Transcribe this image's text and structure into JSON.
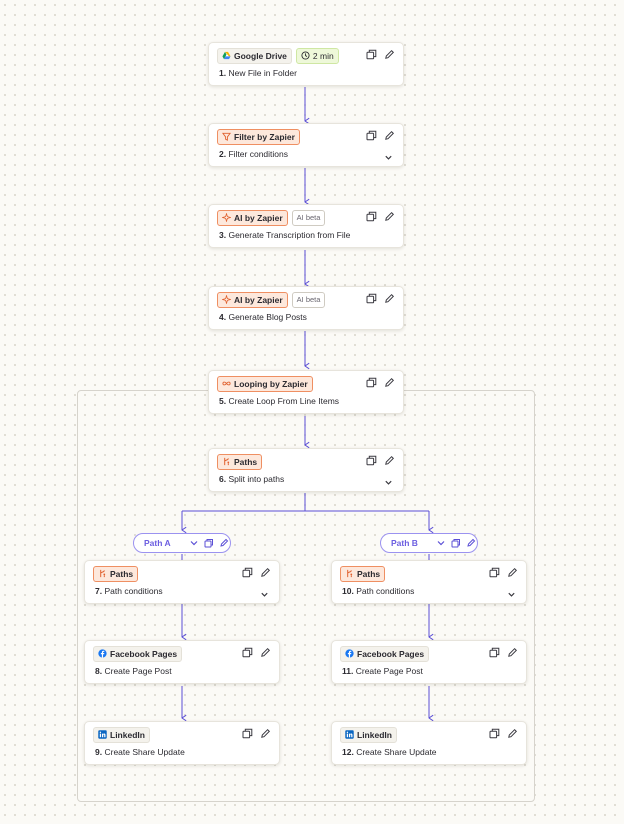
{
  "steps": [
    {
      "num": "1.",
      "label": "New File in Folder",
      "app": "Google Drive",
      "icon": "google-drive-icon",
      "badge_style": "plain",
      "extra": {
        "text": "2 min",
        "icon": "clock-icon",
        "style": "green"
      },
      "chevron": false
    },
    {
      "num": "2.",
      "label": "Filter conditions",
      "app": "Filter by Zapier",
      "icon": "filter-icon",
      "badge_style": "orange",
      "chevron": true
    },
    {
      "num": "3.",
      "label": "Generate Transcription from File",
      "app": "AI by Zapier",
      "icon": "sparkle-icon",
      "badge_style": "orange",
      "extra": {
        "text": "AI beta",
        "style": "beta"
      },
      "chevron": false
    },
    {
      "num": "4.",
      "label": "Generate Blog Posts",
      "app": "AI by Zapier",
      "icon": "sparkle-icon",
      "badge_style": "orange",
      "extra": {
        "text": "AI beta",
        "style": "beta"
      },
      "chevron": false
    },
    {
      "num": "5.",
      "label": "Create Loop From Line Items",
      "app": "Looping by Zapier",
      "icon": "loop-icon",
      "badge_style": "orange",
      "chevron": false
    },
    {
      "num": "6.",
      "label": "Split into paths",
      "app": "Paths",
      "icon": "paths-icon",
      "badge_style": "orange",
      "chevron": true
    },
    {
      "num": "7.",
      "label": "Path conditions",
      "app": "Paths",
      "icon": "paths-icon",
      "badge_style": "orange",
      "chevron": true
    },
    {
      "num": "8.",
      "label": "Create Page Post",
      "app": "Facebook Pages",
      "icon": "facebook-icon",
      "badge_style": "plain",
      "chevron": false
    },
    {
      "num": "9.",
      "label": "Create Share Update",
      "app": "LinkedIn",
      "icon": "linkedin-icon",
      "badge_style": "plain",
      "chevron": false
    },
    {
      "num": "10.",
      "label": "Path conditions",
      "app": "Paths",
      "icon": "paths-icon",
      "badge_style": "orange",
      "chevron": true
    },
    {
      "num": "11.",
      "label": "Create Page Post",
      "app": "Facebook Pages",
      "icon": "facebook-icon",
      "badge_style": "plain",
      "chevron": false
    },
    {
      "num": "12.",
      "label": "Create Share Update",
      "app": "LinkedIn",
      "icon": "linkedin-icon",
      "badge_style": "plain",
      "chevron": false
    }
  ],
  "paths": [
    {
      "label": "Path A"
    },
    {
      "label": "Path B"
    }
  ],
  "colors": {
    "connector": "#5b4fd6",
    "path_label": "#6b5de0",
    "badge_orange_border": "#ef8f62",
    "badge_orange_bg": "#fde8dc",
    "card_bg": "#ffffff",
    "canvas_bg": "#fbfaf6"
  }
}
